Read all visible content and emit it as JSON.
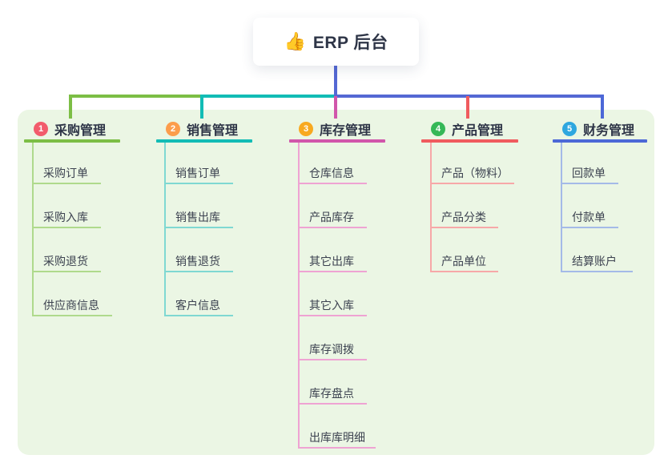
{
  "root": {
    "icon": "👍",
    "title": "ERP 后台"
  },
  "branches": [
    {
      "number": "1",
      "label": "采购管理",
      "badge_color": "#F25C6C",
      "line_color": "#7CBE45",
      "child_line_color": "#AFDA8C",
      "children": [
        "采购订单",
        "采购入库",
        "采购退货",
        "供应商信息"
      ]
    },
    {
      "number": "2",
      "label": "销售管理",
      "badge_color": "#FC9D4C",
      "line_color": "#12BCB5",
      "child_line_color": "#7FD8D2",
      "children": [
        "销售订单",
        "销售出库",
        "销售退货",
        "客户信息"
      ]
    },
    {
      "number": "3",
      "label": "库存管理",
      "badge_color": "#F8A920",
      "line_color": "#D156AB",
      "child_line_color": "#EFA3D3",
      "children": [
        "仓库信息",
        "产品库存",
        "其它出库",
        "其它入库",
        "库存调拨",
        "库存盘点",
        "出库库明细"
      ]
    },
    {
      "number": "4",
      "label": "产品管理",
      "badge_color": "#35B857",
      "line_color": "#F05B5E",
      "child_line_color": "#F7A8A8",
      "children": [
        "产品（物料）",
        "产品分类",
        "产品单位"
      ]
    },
    {
      "number": "5",
      "label": "财务管理",
      "badge_color": "#2EA7DF",
      "line_color": "#4C68D7",
      "child_line_color": "#A4BAE8",
      "children": [
        "回款单",
        "付款单",
        "结算账户"
      ]
    }
  ],
  "colors": {
    "panel_background": "#EBF6E4",
    "root_connector": "#5468D4"
  }
}
